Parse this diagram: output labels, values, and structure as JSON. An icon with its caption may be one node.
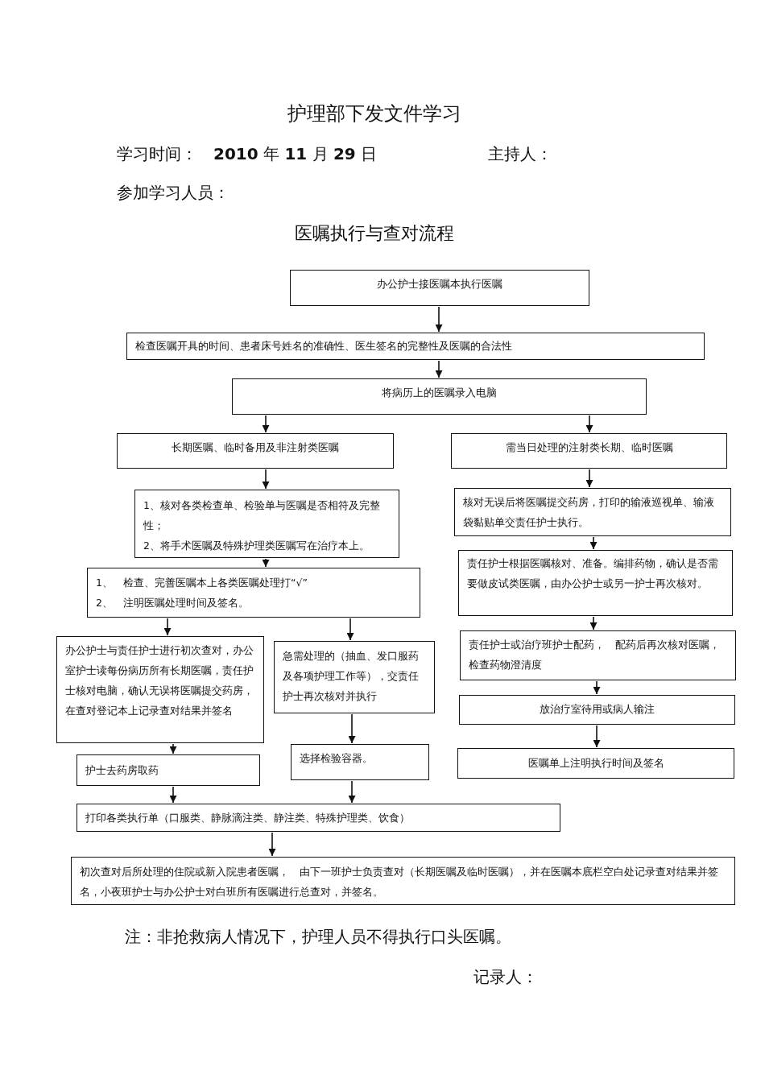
{
  "diagram": {
    "title": "护理部下发文件学习",
    "nodes": [
      {
        "text": [
          "办公护士接医嘱本执行医嘱"
        ]
      },
      {
        "text": [
          "检查医嘱开具的时间、患者床号姓名的准确性、医生签名的完整性及医嘱的合法性"
        ]
      },
      {
        "text": [
          "将病历上的医嘱录入电脑"
        ]
      },
      {
        "text": [
          "长期医嘱、临时备用及非注射类医嘱"
        ]
      },
      {
        "text": [
          "需当日处理的注射类长期、临时医嘱"
        ]
      },
      {
        "text": [
          "1、核对各类检查单、检验单与医嘱是否相符及完整性；",
          "2、将手术医嘱及特殊护理类医嘱写在治疗本上。"
        ]
      },
      {
        "text": [
          "核对无误后将医嘱提交药房，打印的输液巡视单、输液袋黏贴单交责任护士执行。"
        ]
      },
      {
        "text": [
          "1、　检查、完善医嘱本上各类医嘱处理打“√”",
          "2、　注明医嘱处理时间及签名。"
        ]
      },
      {
        "text": [
          "责任护士根据医嘱核对、准备。编排药物，确认是否需要做皮试类医嘱，由办公护士或另一护士再次核对。"
        ]
      },
      {
        "text": [
          "办公护士与责任护士进行初次查对，办公室护士读每份病历所有长期医嘱，责任护士核对电脑，确认无误将医嘱提交药房，在查对登记本上记录查对结果并签名"
        ]
      },
      {
        "text": [
          "急需处理的（抽血、发口服药及各项护理工作等），交责任护士再次核对并执行"
        ]
      },
      {
        "text": [
          "责任护士或治疗班护士配药，　配药后再次核对医嘱，检查药物澄清度"
        ]
      },
      {
        "text": [
          "护士去药房取药"
        ]
      },
      {
        "text": [
          "选择检验容器。"
        ]
      },
      {
        "text": [
          "放治疗室待用或病人输注"
        ]
      },
      {
        "text": [
          "医嘱单上注明执行时间及签名"
        ]
      },
      {
        "text": [
          "打印各类执行单（口服类、静脉滴注类、静注类、特殊护理类、饮食）"
        ]
      },
      {
        "text": [
          "初次查对后所处理的住院或新入院患者医嘱，　由下一班护士负责查对（长期医嘱及临时医嘱），并在医嘱本底栏空白处记录查对结果并签名，小夜班护士与办公护士对白班所有医嘱进行总查对，并签名。"
        ]
      }
    ],
    "edges": [
      {
        "from": 0,
        "to": 1,
        "arrow": "to"
      },
      {
        "from": 1,
        "to": 2,
        "arrow": "to"
      },
      {
        "from": 2,
        "to": 3,
        "arrow": "to"
      },
      {
        "from": 2,
        "to": 4,
        "arrow": "to"
      },
      {
        "from": 3,
        "to": 5,
        "arrow": "to"
      },
      {
        "from": 4,
        "to": 6,
        "arrow": "to"
      },
      {
        "from": 5,
        "to": 7,
        "arrow": "to"
      },
      {
        "from": 6,
        "to": 8,
        "arrow": "to"
      },
      {
        "from": 7,
        "to": 9,
        "arrow": "to"
      },
      {
        "from": 7,
        "to": 10,
        "arrow": "to"
      },
      {
        "from": 8,
        "to": 11,
        "arrow": "to"
      },
      {
        "from": 9,
        "to": 12,
        "arrow": "to"
      },
      {
        "from": 10,
        "to": 13,
        "arrow": "to"
      },
      {
        "from": 11,
        "to": 14,
        "arrow": "to"
      },
      {
        "from": 14,
        "to": 15,
        "arrow": "to"
      },
      {
        "from": 12,
        "to": 16,
        "arrow": "to"
      },
      {
        "from": 13,
        "to": 16,
        "arrow": "to"
      },
      {
        "from": 16,
        "to": 17,
        "arrow": "to"
      }
    ],
    "labels": [
      "学习时间：",
      "**2010** 年 **11** 月 **29** 日",
      "主持人：",
      "参加学习人员：",
      "医嘱执行与查对流程",
      "注：非抢救病人情况下，护理人员不得执行口头医嘱。",
      "记录人："
    ]
  }
}
